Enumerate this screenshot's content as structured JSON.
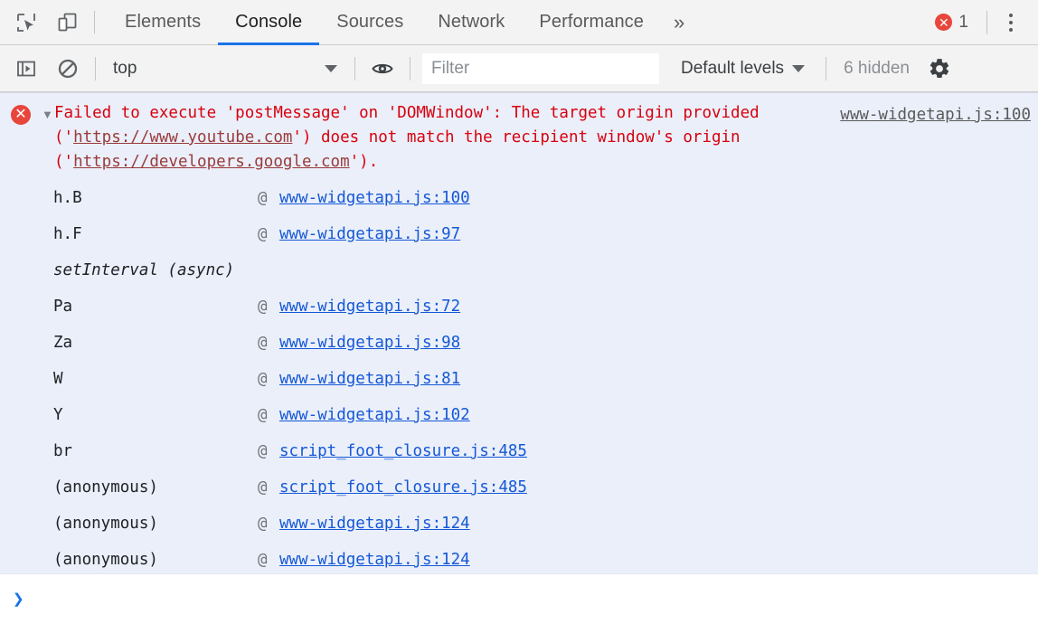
{
  "tabbar": {
    "icons": [
      {
        "name": "inspect-element-icon",
        "label": "Inspect element"
      },
      {
        "name": "device-toolbar-icon",
        "label": "Toggle device toolbar"
      }
    ],
    "tabs": [
      {
        "label": "Elements",
        "active": false
      },
      {
        "label": "Console",
        "active": true
      },
      {
        "label": "Sources",
        "active": false
      },
      {
        "label": "Network",
        "active": false
      },
      {
        "label": "Performance",
        "active": false
      }
    ],
    "more_label": "»",
    "error_badge": {
      "glyph": "✕",
      "count": "1",
      "color": "#e8453c"
    },
    "menu_label": "Customize and control DevTools"
  },
  "console_toolbar": {
    "sidebar_toggle": "console-sidebar-icon",
    "clear_label": "Clear console",
    "context": {
      "value": "top",
      "caret": "▼"
    },
    "eye_label": "Create live expression",
    "filter": {
      "value": "",
      "placeholder": "Filter"
    },
    "levels": {
      "label": "Default levels",
      "caret": "▼"
    },
    "hidden": "6 hidden",
    "settings_label": "Console settings"
  },
  "message": {
    "disclosure": "▼",
    "icon_glyph": "✕",
    "text_parts": [
      {
        "t": "Failed to execute 'postMessage' on 'DOMWindow': The target origin provided ('",
        "u": false
      },
      {
        "t": "https://www.youtube.com",
        "u": true
      },
      {
        "t": "') does not match the recipient window's origin ('",
        "u": false
      },
      {
        "t": "https://developers.google.com",
        "u": true
      },
      {
        "t": "').",
        "u": false
      }
    ],
    "full_text": "Failed to execute 'postMessage' on 'DOMWindow': The target origin provided ('https://www.youtube.com') does not match the recipient window's origin ('https://developers.google.com').",
    "source_link": "www-widgetapi.js:100",
    "color": "#d8000c",
    "background": "#eaeffa"
  },
  "stack_frames": [
    {
      "fn": "h.B",
      "at": "@",
      "link": "www-widgetapi.js:100",
      "async": false
    },
    {
      "fn": "h.F",
      "at": "@",
      "link": "www-widgetapi.js:97",
      "async": false
    },
    {
      "fn": "setInterval (async)",
      "at": "",
      "link": "",
      "async": true
    },
    {
      "fn": "Pa",
      "at": "@",
      "link": "www-widgetapi.js:72",
      "async": false
    },
    {
      "fn": "Za",
      "at": "@",
      "link": "www-widgetapi.js:98",
      "async": false
    },
    {
      "fn": "W",
      "at": "@",
      "link": "www-widgetapi.js:81",
      "async": false
    },
    {
      "fn": "Y",
      "at": "@",
      "link": "www-widgetapi.js:102",
      "async": false
    },
    {
      "fn": "br",
      "at": "@",
      "link": "script_foot_closure.js:485",
      "async": false
    },
    {
      "fn": "(anonymous)",
      "at": "@",
      "link": "script_foot_closure.js:485",
      "async": false
    },
    {
      "fn": "(anonymous)",
      "at": "@",
      "link": "www-widgetapi.js:124",
      "async": false
    },
    {
      "fn": "(anonymous)",
      "at": "@",
      "link": "www-widgetapi.js:124",
      "async": false
    }
  ],
  "prompt": {
    "chevron": "❯",
    "value": "",
    "placeholder": ""
  }
}
